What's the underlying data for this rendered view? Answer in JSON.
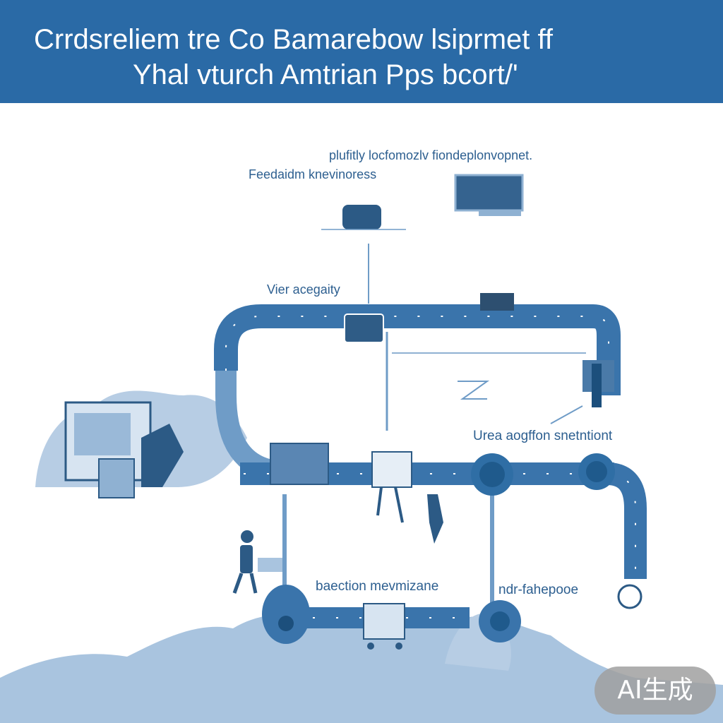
{
  "header": {
    "title_line1": "Crrdsreliem tre Co Bamarebow lsiprmet ff",
    "title_line2": "Yhal vturch Amtrian Pps bcort/'"
  },
  "labels": {
    "top_right": "plufitly locfomozlv fiondeplonvopnet.",
    "top_left": "Feedaidm knevinoress",
    "mid_left": "Vier acegaity",
    "mid_right": "Urea aogffon snetntiont",
    "bottom_left": "baection mevmizane",
    "bottom_right": "ndr-fahepooe"
  },
  "badge": {
    "text": "AI生成"
  },
  "colors": {
    "banner": "#2a6aa6",
    "pipe": "#3a74ab",
    "pipe_light": "#6f9cc7",
    "terrain": "#aac5e0",
    "label": "#2d5f90"
  }
}
